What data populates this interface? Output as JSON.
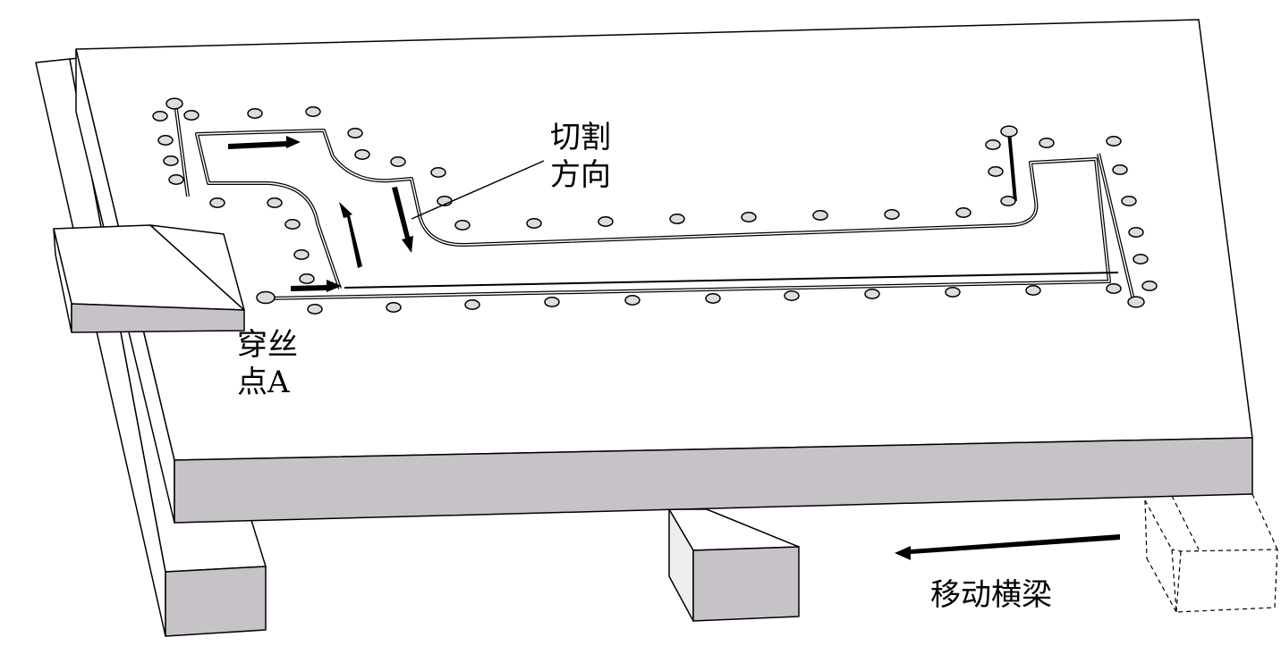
{
  "labels": {
    "cut_direction_line1": "切割",
    "cut_direction_line2": "方向",
    "threading_point_line1": "穿丝",
    "threading_point_line2": "点A",
    "moving_beam": "移动横梁"
  },
  "colors": {
    "face_gray": "#c6c2c7",
    "outline": "#000000",
    "background": "#ffffff"
  }
}
